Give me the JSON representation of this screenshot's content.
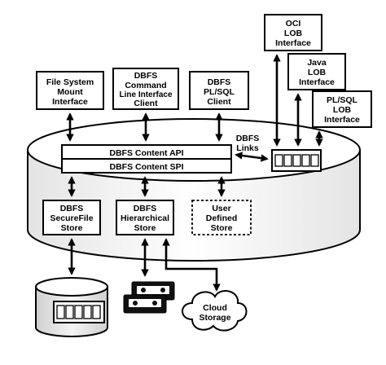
{
  "interfaces": {
    "fs_mount": [
      "File System",
      "Mount",
      "Interface"
    ],
    "cli_client": [
      "DBFS",
      "Command",
      "Line Interface",
      "Client"
    ],
    "plsql_client": [
      "DBFS",
      "PL/SQL",
      "Client"
    ],
    "oci_lob": [
      "OCI",
      "LOB",
      "Interface"
    ],
    "java_lob": [
      "Java",
      "LOB",
      "Interface"
    ],
    "plsql_lob": [
      "PL/SQL",
      "LOB",
      "Interface"
    ]
  },
  "content_api": "DBFS Content API",
  "content_spi": "DBFS Content SPI",
  "links": [
    "DBFS",
    "Links"
  ],
  "stores": {
    "securefile": [
      "DBFS",
      "SecureFile",
      "Store"
    ],
    "hierarchical": [
      "DBFS",
      "Hierarchical",
      "Store"
    ],
    "user_defined": [
      "User",
      "Defined",
      "Store"
    ]
  },
  "cloud": [
    "Cloud",
    "Storage"
  ]
}
